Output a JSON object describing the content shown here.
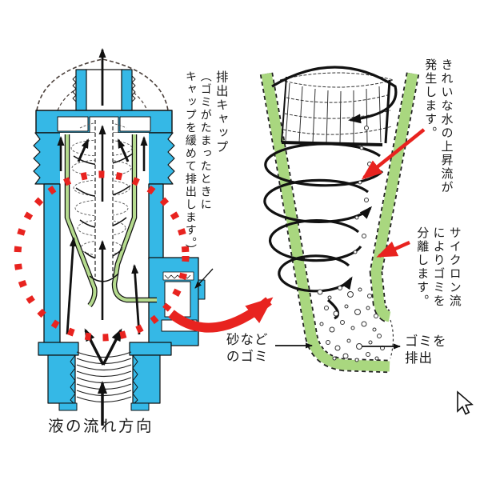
{
  "diagram_title": "液の流れ方向",
  "labels": {
    "discharge_cap_title": "排出キャップ",
    "discharge_cap_note1": "（ゴミがたまったときに",
    "discharge_cap_note2": "キャップを緩めて排出します。）",
    "clean_water_1": "きれいな水の上昇流が",
    "clean_water_2": "発生します。",
    "cyclone_1": "サイクロン流",
    "cyclone_2": "によりゴミを",
    "cyclone_3": "分離します。",
    "sand_1": "砂など",
    "sand_2": "のゴミ",
    "dust_out_1": "ゴミを",
    "dust_out_2": "排出",
    "flow_direction": "液の流れ方向"
  },
  "icons": {
    "cursor": "arrow-pointer-cursor"
  },
  "colors": {
    "valve_body_cyan": "#35b8e6",
    "strainer_green": "#b5db8e",
    "funnel_wall_green": "#a9d77f",
    "accent_red": "#e8231f",
    "ink": "#1a1a1a",
    "background": "#ffffff"
  }
}
